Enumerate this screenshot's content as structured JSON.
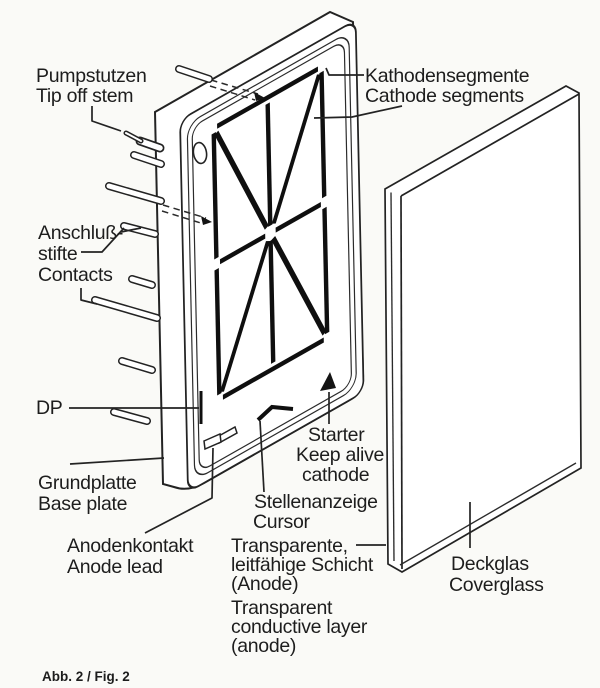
{
  "figure_caption": "Abb. 2 / Fig. 2",
  "colors": {
    "paper": "#fafaf7",
    "ink": "#232323",
    "segment_ink": "#0f0f0f"
  },
  "labels": {
    "pumpstutzen_de": "Pumpstutzen",
    "pumpstutzen_en": "Tip off stem",
    "kathodensegmente_de": "Kathodensegmente",
    "kathodensegmente_en": "Cathode segments",
    "anschluss_de_line1": "Anschluß-",
    "anschluss_de_line2": "stifte",
    "anschluss_en": "Contacts",
    "dp": "DP",
    "grundplatte_de": "Grundplatte",
    "grundplatte_en": "Base plate",
    "anodenkontakt_de": "Anodenkontakt",
    "anodenkontakt_en": "Anode lead",
    "starter_line1": "Starter",
    "starter_line2": "Keep alive",
    "starter_line3": "cathode",
    "stellenanzeige_de": "Stellenanzeige",
    "stellenanzeige_en": "Cursor",
    "transparente_line1": "Transparente,",
    "transparente_line2": "leitfähige Schicht",
    "transparente_line3": "(Anode)",
    "transparente_line4": "Transparent",
    "transparente_line5": "conductive layer",
    "transparente_line6": "(anode)",
    "deckglas_de": "Deckglas",
    "deckglas_en": "Coverglass"
  }
}
